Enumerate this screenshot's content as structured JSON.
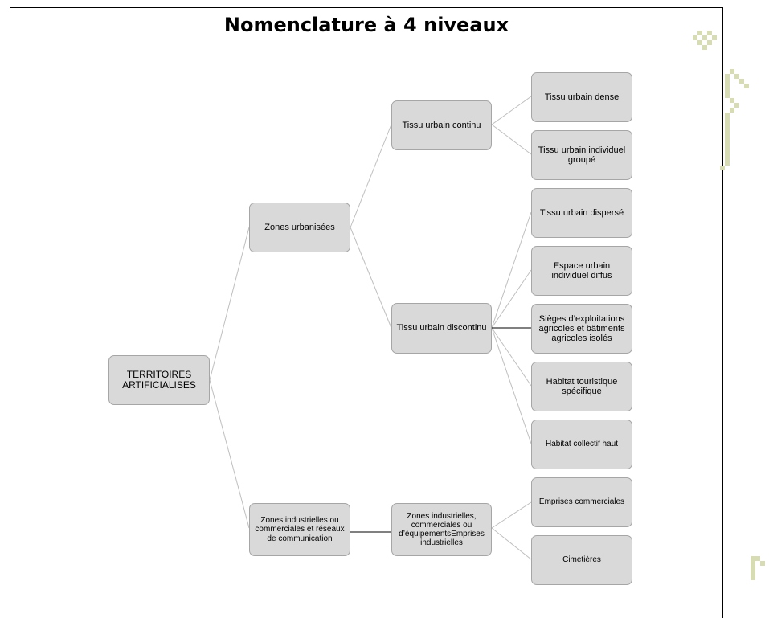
{
  "title": "Nomenclature à 4 niveaux",
  "colors": {
    "node_fill": "#d9d9d9",
    "node_border": "#a6a6a6",
    "connector": "#bfbfbf",
    "decoration": "#d8dcb4"
  },
  "nodes": {
    "root": "TERRITOIRES\nARTIFICIALISES",
    "zones_urbanisees": "Zones urbanisées",
    "zones_industrielles": "Zones industrielles ou commerciales et réseaux de communication",
    "tissu_continu": "Tissu urbain continu",
    "tissu_discontinu": "Tissu urbain discontinu",
    "zones_ind_equip": "Zones industrielles, commerciales ou d’équipementsEmprises industrielles",
    "tissu_dense": "Tissu urbain dense",
    "tissu_individuel_groupe": "Tissu urbain individuel groupé",
    "tissu_disperse": "Tissu urbain dispersé",
    "espace_individuel_diffus": "Espace urbain individuel diffus",
    "sieges_exploitations": "Sièges d’exploitations agricoles et bâtiments agricoles isolés",
    "habitat_touristique": "Habitat touristique spécifique",
    "habitat_collectif": "Habitat collectif haut",
    "emprises_commerciales": "Emprises commerciales",
    "cimetieres": "Cimetières"
  }
}
